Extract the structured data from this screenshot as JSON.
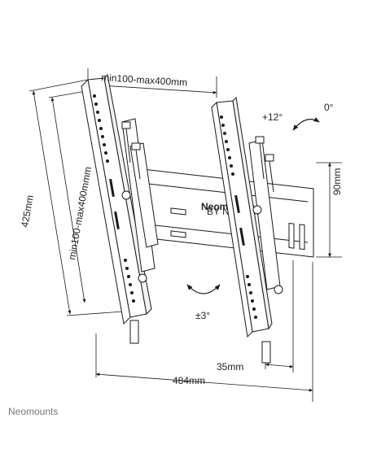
{
  "dimensions": {
    "top_width": "min100-max400mm",
    "overall_height": "425mm",
    "vesa_height": "min100-max400mmm",
    "plate_height": "90mm",
    "depth": "35mm",
    "total_width": "484mm"
  },
  "rotation": {
    "tilt_up": "+12°",
    "tilt_zero": "0°",
    "level_adjust": "±3°"
  },
  "plate_logo": "Neomounts",
  "plate_logo_sub": "BY NEWSTAR",
  "brand": "Neomounts",
  "colors": {
    "line": "#1a1a1a",
    "metal": "#ffffff",
    "dim_text": "#222222",
    "brand": "#777777"
  }
}
